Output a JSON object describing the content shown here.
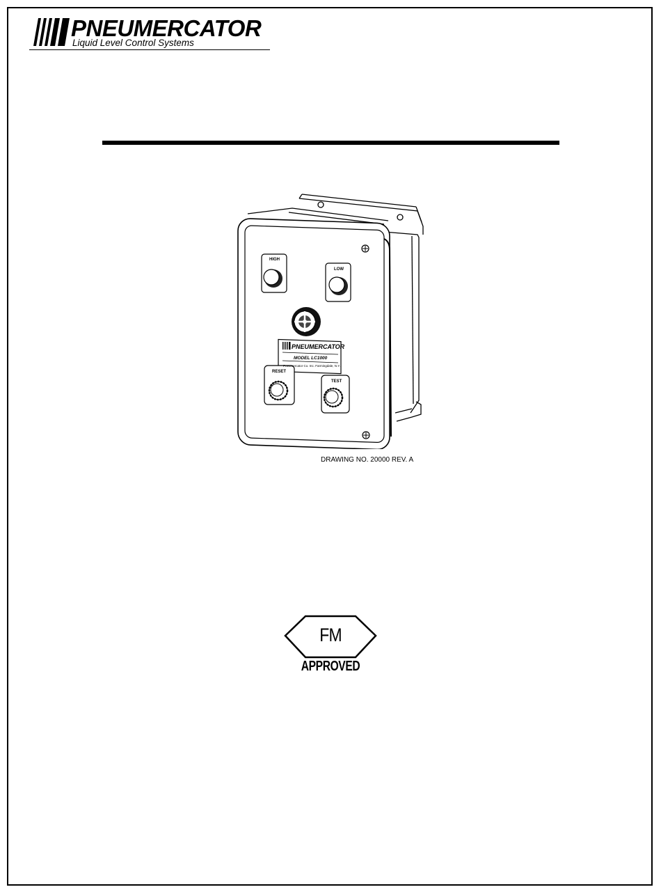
{
  "header": {
    "brand": "PNEUMERCATOR",
    "tagline": "Liquid Level Control Systems"
  },
  "drawing": {
    "caption": "DRAWING NO. 20000 REV. A",
    "buttons": {
      "high": "HIGH",
      "low": "LOW",
      "reset": "RESET",
      "test": "TEST"
    },
    "nameplate": {
      "brand": "PNEUMERCATOR",
      "model": "MODEL LC1000",
      "address": "Pneumercator Co. Inc. Farmingdale, N.Y."
    }
  },
  "certification": {
    "mark": "FM",
    "status": "APPROVED"
  }
}
